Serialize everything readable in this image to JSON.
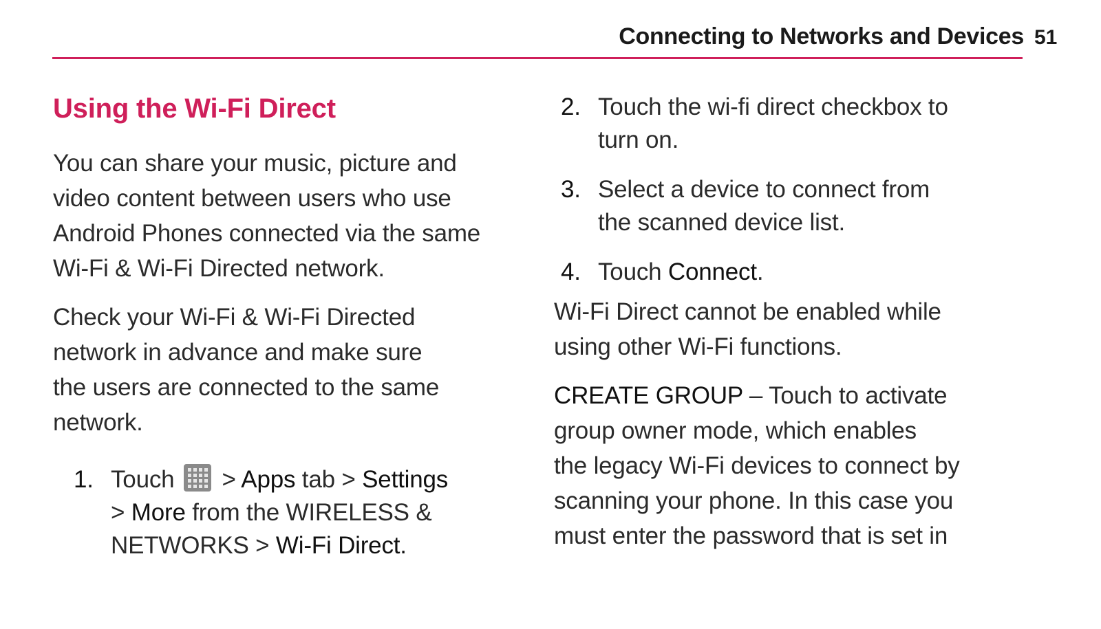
{
  "header": {
    "title": "Connecting to Networks and Devices",
    "page_number": "51"
  },
  "left": {
    "section_title": "Using the Wi-Fi Direct",
    "intro": [
      "You can share your music, picture and",
      "video content between users who use",
      "Android Phones connected via the same",
      "Wi-Fi & Wi-Fi Directed network."
    ],
    "check": [
      "Check your Wi-Fi & Wi-Fi Directed",
      "network in advance and make sure",
      "the users are connected to the same",
      "network."
    ],
    "step1": {
      "num": "1.",
      "touch": "Touch",
      "icon": "apps-grid-icon",
      "sep1": " > ",
      "apps": "Apps",
      "tab": " tab > ",
      "settings": "Settings",
      "sep2": "> ",
      "more": "More",
      "from": " from the WIRELESS &",
      "networks": "NETWORKS > ",
      "wifi_direct": "Wi-Fi Direct."
    }
  },
  "right": {
    "step2": {
      "num": "2.",
      "line1": "Touch the wi-fi direct checkbox to",
      "line2": "turn on."
    },
    "step3": {
      "num": "3.",
      "line1": "Select a device to connect from",
      "line2": "the scanned device list."
    },
    "step4": {
      "num": "4.",
      "touch": "Touch ",
      "connect": "Connect",
      "period": "."
    },
    "note": [
      "Wi-Fi Direct cannot be enabled while",
      "using other Wi-Fi functions."
    ],
    "create_group": {
      "label": "CREATE GROUP",
      "first_rest": " – Touch to activate",
      "lines": [
        "group owner mode, which enables",
        "the legacy Wi-Fi devices to connect by",
        "scanning your phone. In this case you",
        "must enter the password that is set in"
      ]
    }
  }
}
